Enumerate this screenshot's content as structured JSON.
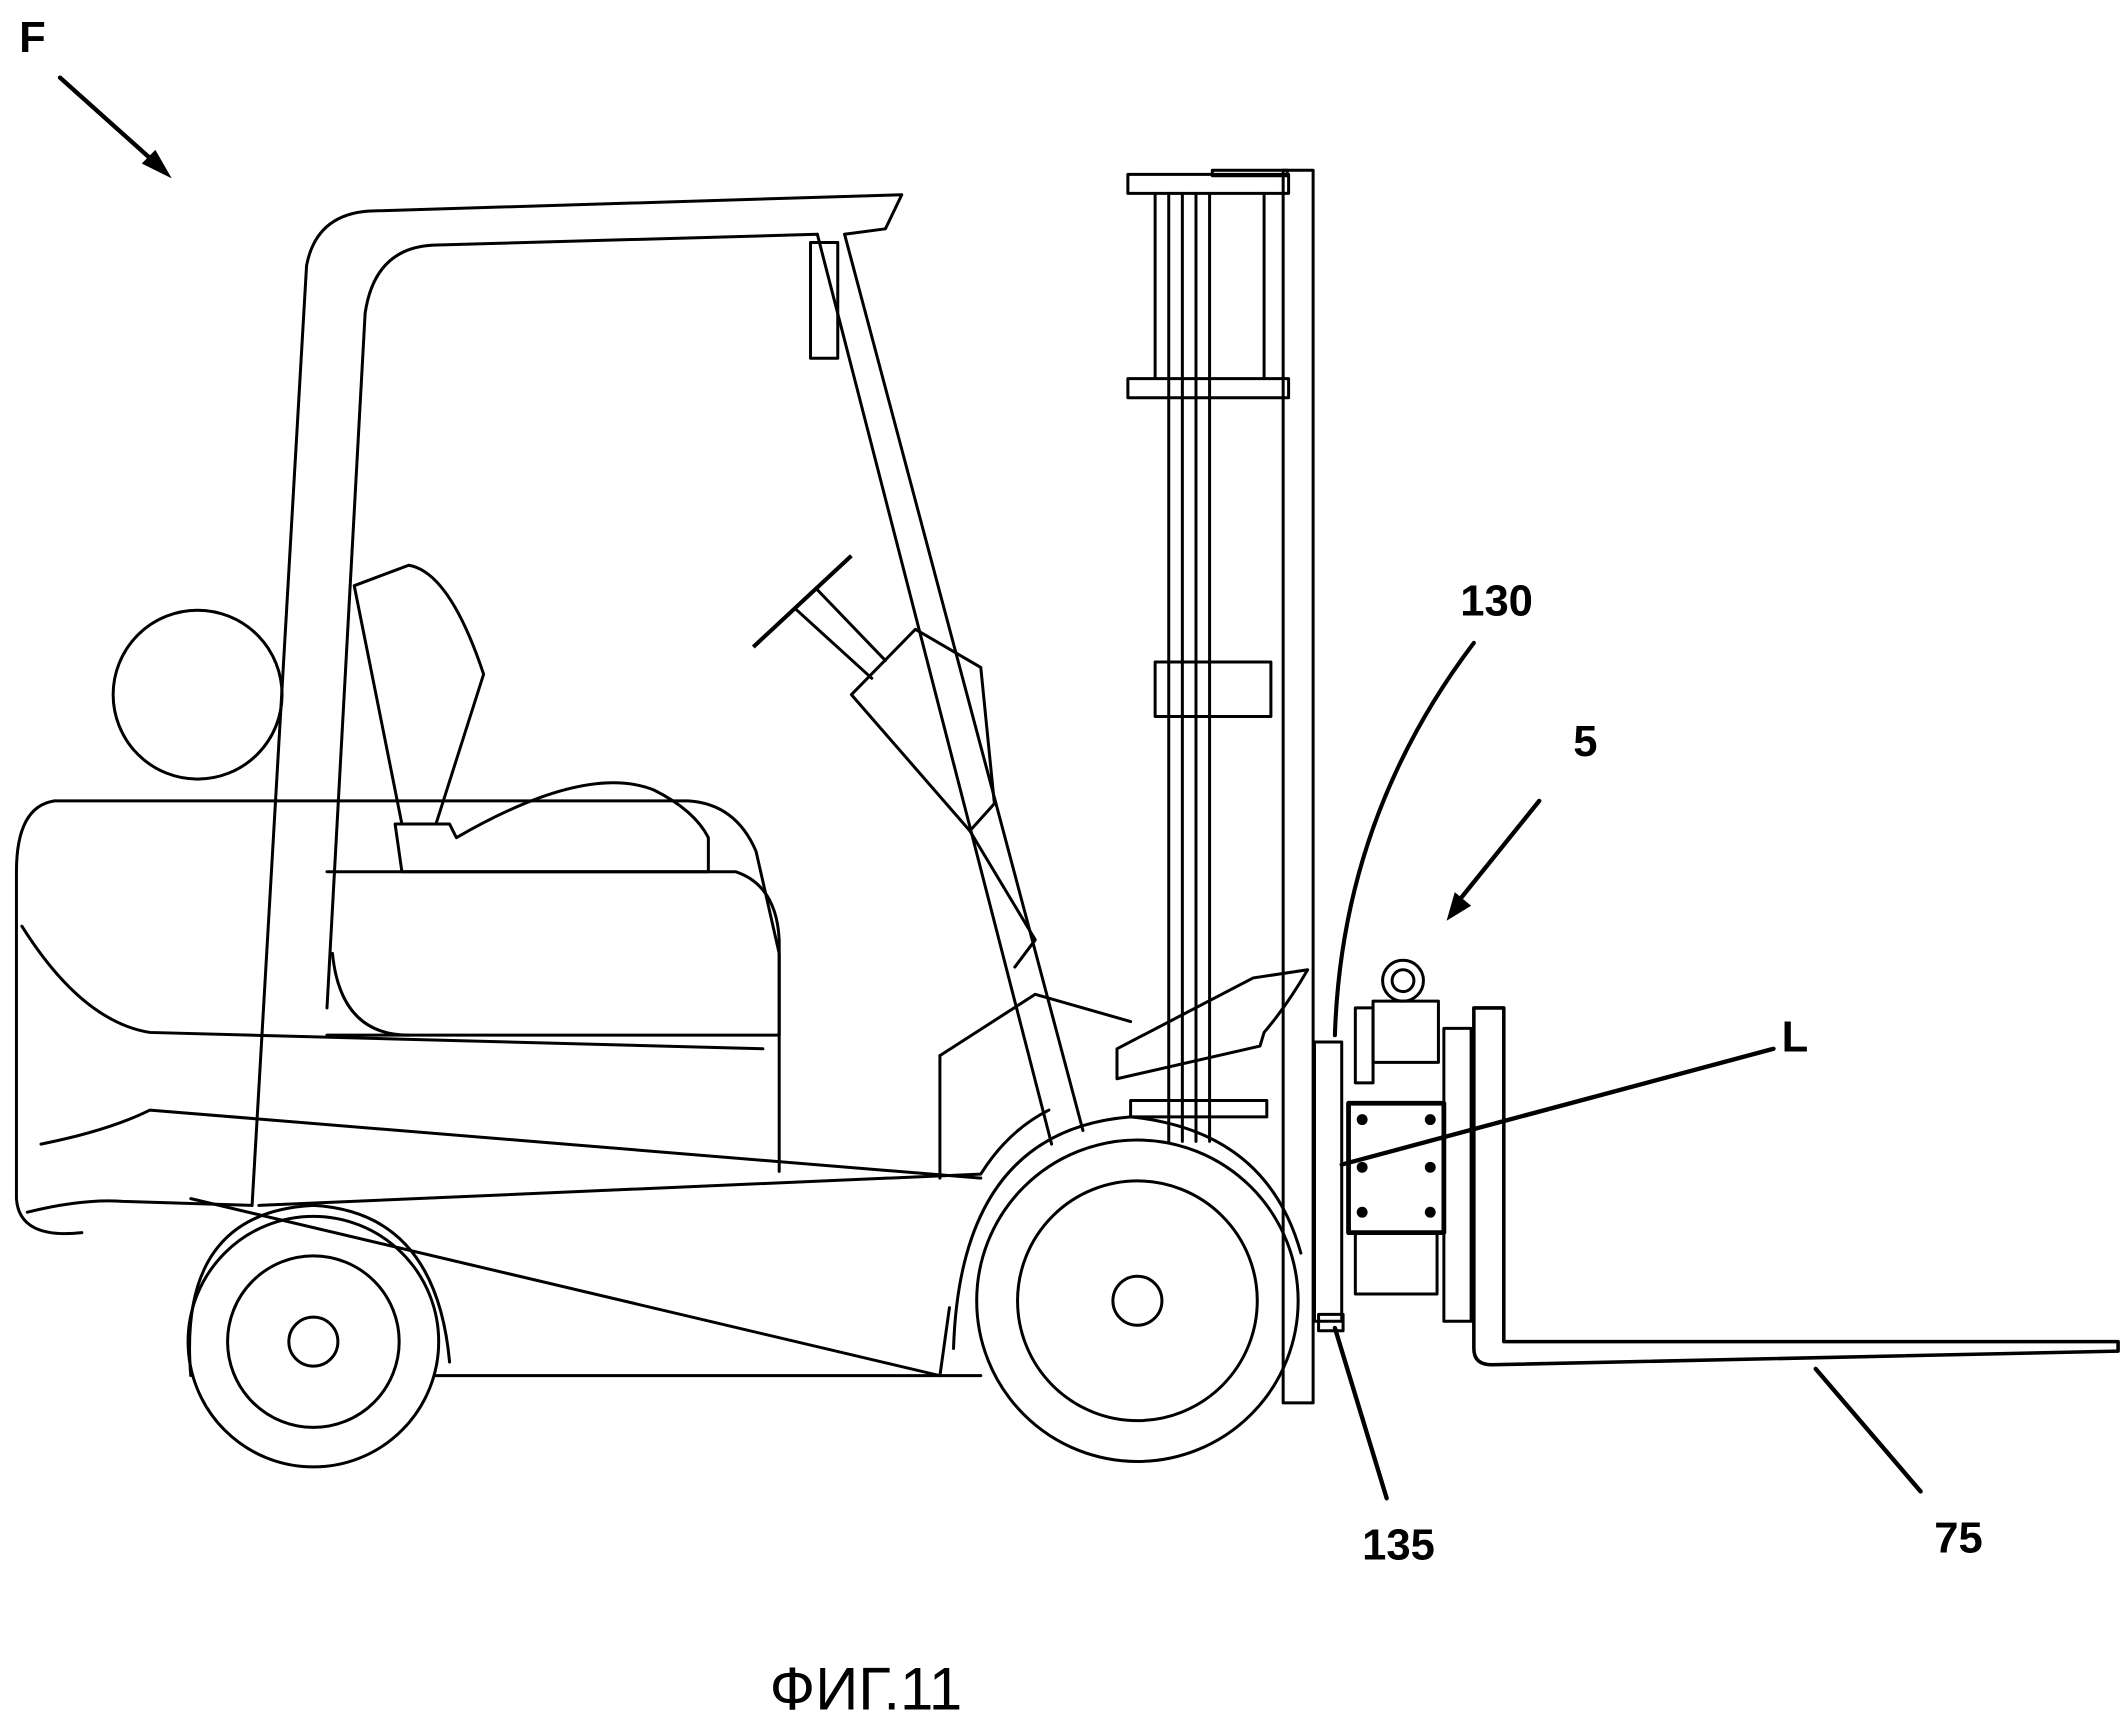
{
  "figure": {
    "caption": "ФИГ.11",
    "subject": "forklift with attachment, side view",
    "colors": {
      "line": "#000000",
      "background": "#ffffff"
    }
  },
  "labels": {
    "view_arrow": "F",
    "cable": "130",
    "attachment": "5",
    "load_unit": "L",
    "carriage_part": "135",
    "fork": "75"
  }
}
